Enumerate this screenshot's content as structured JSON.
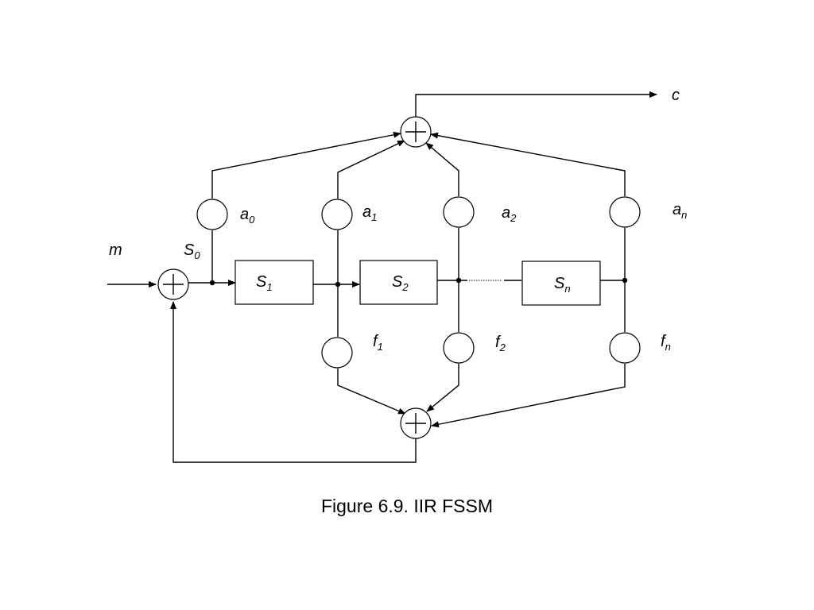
{
  "diagram": {
    "labels": {
      "m": "m",
      "c": "c",
      "s0": {
        "base": "S",
        "sub": "0"
      },
      "s1": {
        "base": "S",
        "sub": "1"
      },
      "s2": {
        "base": "S",
        "sub": "2"
      },
      "sn": {
        "base": "S",
        "sub": "n"
      },
      "a0": {
        "base": "a",
        "sub": "0"
      },
      "a1": {
        "base": "a",
        "sub": "1"
      },
      "a2": {
        "base": "a",
        "sub": "2"
      },
      "an": {
        "base": "a",
        "sub": "n"
      },
      "f1": {
        "base": "f",
        "sub": "1"
      },
      "f2": {
        "base": "f",
        "sub": "2"
      },
      "fn": {
        "base": "f",
        "sub": "n"
      }
    }
  },
  "caption": "Figure 6.9. IIR FSSM"
}
